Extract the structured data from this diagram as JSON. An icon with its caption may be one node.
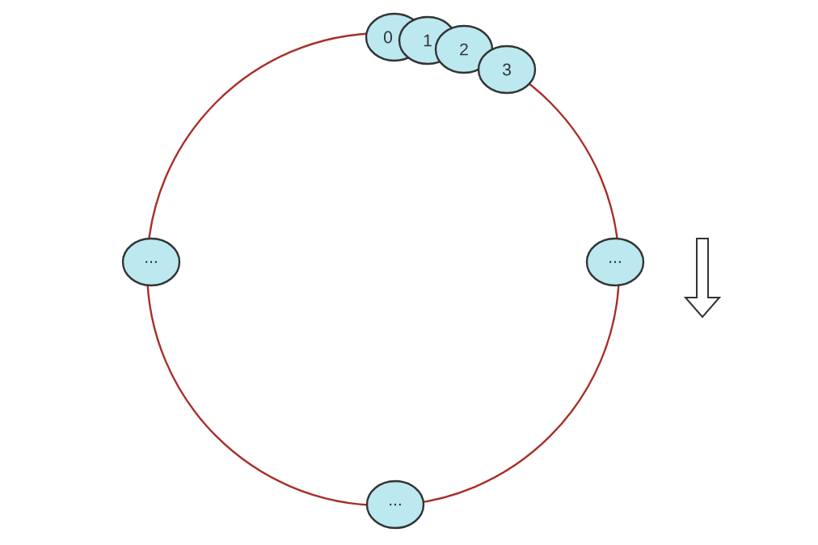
{
  "diagram": {
    "nodes": [
      {
        "text": [
          "0"
        ]
      },
      {
        "text": [
          "1"
        ]
      },
      {
        "text": [
          "2"
        ]
      },
      {
        "text": [
          "3"
        ]
      },
      {
        "text": [
          "..."
        ]
      },
      {
        "text": [
          "..."
        ]
      },
      {
        "text": [
          "..."
        ]
      }
    ]
  }
}
